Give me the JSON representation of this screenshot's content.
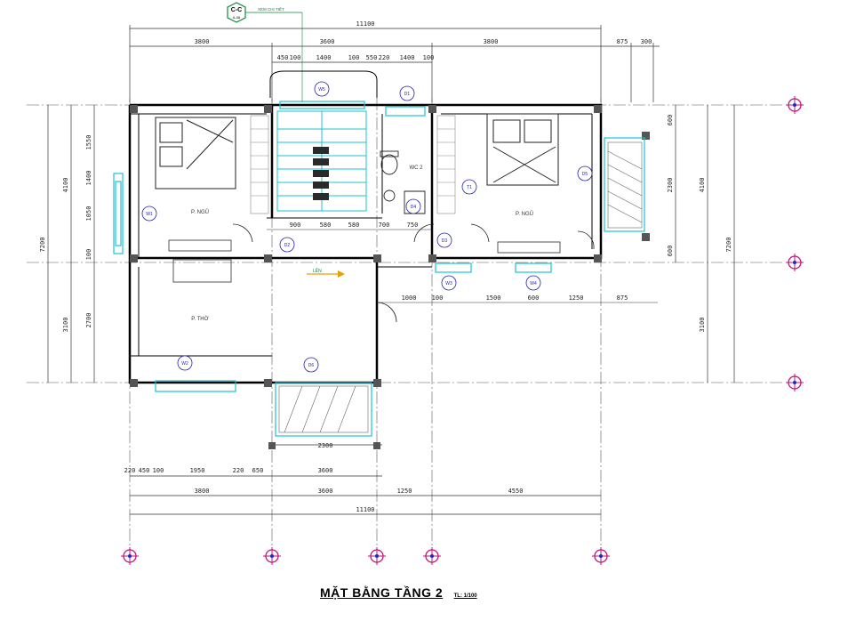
{
  "title": "MẶT BẰNG TẦNG 2",
  "scale": "TL: 1/100",
  "section_marker": {
    "label": "C-C",
    "ref": "A-08",
    "note": "XEM CHI TIẾT"
  },
  "top_dims": {
    "overall": "11100",
    "segments": [
      "3800",
      "3600",
      "3800",
      "875",
      "300"
    ],
    "stair_segments": [
      "450",
      "100",
      "1400",
      "100",
      "550",
      "220",
      "1400",
      "100"
    ]
  },
  "bottom_dims": {
    "overall": "11100",
    "segments": [
      "3800",
      "3600",
      "1250",
      "4550"
    ],
    "detail_segments": [
      "220",
      "450",
      "100",
      "1950",
      "220",
      "650",
      "3600"
    ],
    "balcony": "2300"
  },
  "left_dims": {
    "overall": "7200",
    "segments": [
      "4100",
      "3100"
    ],
    "detail": [
      "1550",
      "1400",
      "1050",
      "100",
      "2700"
    ]
  },
  "right_dims": {
    "overall": "7200",
    "segments": [
      "4100",
      "3100"
    ],
    "detail": [
      "600",
      "2300",
      "600"
    ]
  },
  "middle_dims": [
    "900",
    "580",
    "580",
    "700",
    "750",
    "1000",
    "100",
    "1500",
    "600",
    "1250",
    "875"
  ],
  "rooms": [
    {
      "label": "P. NGỦ"
    },
    {
      "label": "P. NGỦ"
    },
    {
      "label": "P. THỜ"
    },
    {
      "label": "WC 2"
    }
  ],
  "tags": [
    "W1",
    "W2",
    "W3",
    "W4",
    "W5",
    "D1",
    "D2",
    "D3",
    "D4",
    "D5",
    "D6",
    "T1"
  ],
  "up_arrow": "LÊN"
}
